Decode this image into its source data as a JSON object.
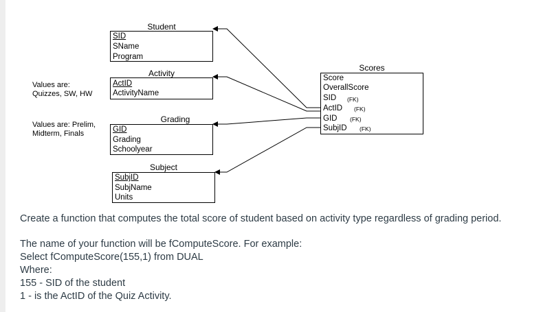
{
  "entities": {
    "student": {
      "title": "Student",
      "fields": [
        "SID",
        "SName",
        "Program"
      ]
    },
    "activity": {
      "title": "Activity",
      "fields": [
        "ActID",
        "ActivityName"
      ]
    },
    "grading": {
      "title": "Grading",
      "fields": [
        "GID",
        "Grading",
        "Schoolyear"
      ]
    },
    "subject": {
      "title": "Subject",
      "fields": [
        "SubjID",
        "SubjName",
        "Units"
      ]
    },
    "scores": {
      "title": "Scores",
      "fields": [
        "Score",
        "OverallScore",
        "SID",
        "ActID",
        "GID",
        "SubjID"
      ],
      "fk_label": "(FK)"
    }
  },
  "notes": {
    "activity_values": "Values are: Quizzes, SW, HW",
    "grading_values": "Values are: Prelim, Midterm, Finals"
  },
  "prose": {
    "line1": "Create a function that computes the total score of student based on activity type regardless of grading period.",
    "line2": "The name of your function will be fComputeScore. For example:",
    "line3": "Select fComputeScore(155,1) from DUAL",
    "line4": "Where:",
    "line5": "155 - SID of the student",
    "line6": "1 - is the ActID of the Quiz Activity."
  }
}
